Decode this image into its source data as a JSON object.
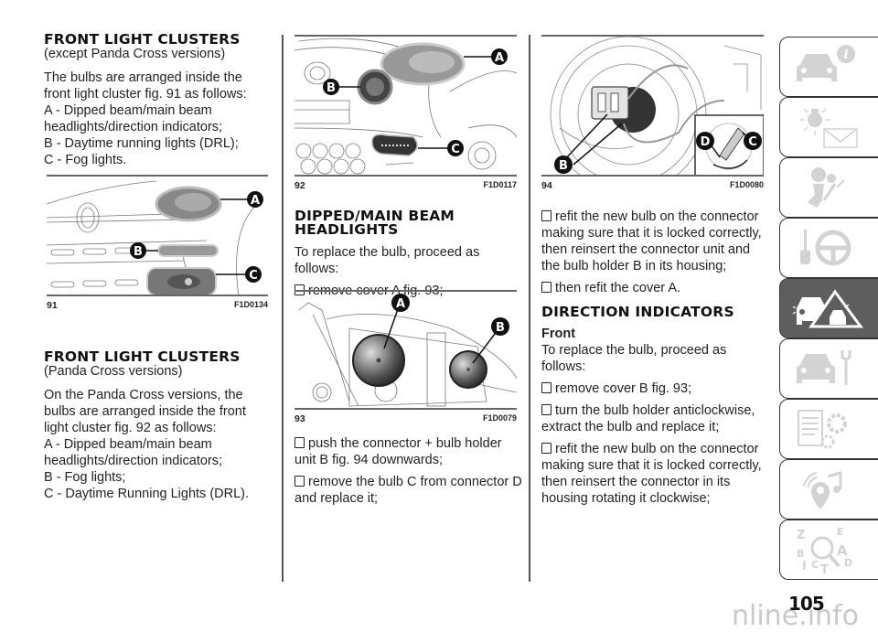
{
  "col1": {
    "section1": {
      "title": "FRONT LIGHT CLUSTERS",
      "subtitle": "(except Panda Cross versions)",
      "intro": "The bulbs are arranged inside the front light cluster fig. 91 as follows:",
      "items": [
        "A - Dipped beam/main beam headlights/direction indicators;",
        "B - Daytime running lights (DRL);",
        "C - Fog lights."
      ]
    },
    "figure91": {
      "number": "91",
      "code": "F1D0134",
      "labels": [
        "A",
        "B",
        "C"
      ]
    },
    "section2": {
      "title": "FRONT LIGHT CLUSTERS",
      "subtitle": "(Panda Cross versions)",
      "intro": "On the Panda Cross versions, the bulbs are arranged inside the front light cluster fig. 92 as follows:",
      "items": [
        "A - Dipped beam/main beam headlights/direction indicators;",
        "B - Fog lights;",
        "C - Daytime Running Lights (DRL)."
      ]
    }
  },
  "col2": {
    "figure92": {
      "number": "92",
      "code": "F1D0117",
      "labels": [
        "A",
        "B",
        "C"
      ]
    },
    "section": {
      "title": "DIPPED/MAIN BEAM HEADLIGHTS",
      "intro": "To replace the bulb, proceed as follows:",
      "steps_before": [
        "remove cover A fig. 93;"
      ],
      "steps_after": [
        "push the connector + bulb holder unit B fig. 94 downwards;",
        "remove the bulb C from connector D and replace it;"
      ]
    },
    "figure93": {
      "number": "93",
      "code": "F1D0079",
      "labels": [
        "A",
        "B"
      ]
    }
  },
  "col3": {
    "figure94": {
      "number": "94",
      "code": "F1D0080",
      "labels": [
        "B",
        "D",
        "C"
      ]
    },
    "steps": [
      "refit the new bulb on the connector making sure that it is locked correctly, then reinsert the connector unit and the bulb holder B in its housing;",
      "then refit the cover A."
    ],
    "section": {
      "title": "DIRECTION INDICATORS",
      "subheading": "Front",
      "intro": "To replace the bulb, proceed as follows:",
      "steps": [
        "remove cover B fig. 93;",
        "turn the bulb holder anticlockwise, extract the bulb and replace it;",
        "refit the new bulb on the connector making sure that it is locked correctly, then reinsert the connector in its housing rotating it clockwise;"
      ]
    }
  },
  "sidebar": {
    "tabs": [
      {
        "icon": "car-info-icon",
        "active": false
      },
      {
        "icon": "warning-lights-icon",
        "active": false
      },
      {
        "icon": "seatbelt-airbag-icon",
        "active": false
      },
      {
        "icon": "key-steering-wheel-icon",
        "active": false
      },
      {
        "icon": "emergency-car-triangle-icon",
        "active": true
      },
      {
        "icon": "car-wrench-icon",
        "active": false
      },
      {
        "icon": "specs-gears-icon",
        "active": false
      },
      {
        "icon": "multimedia-icon",
        "active": false
      },
      {
        "icon": "alphabetical-index-icon",
        "active": false
      }
    ],
    "colors": {
      "active_bg": "#5e5e5e",
      "icon_grey": "#cfcfcf"
    }
  },
  "footer": {
    "page_number": "105",
    "watermark": "nline.info"
  }
}
